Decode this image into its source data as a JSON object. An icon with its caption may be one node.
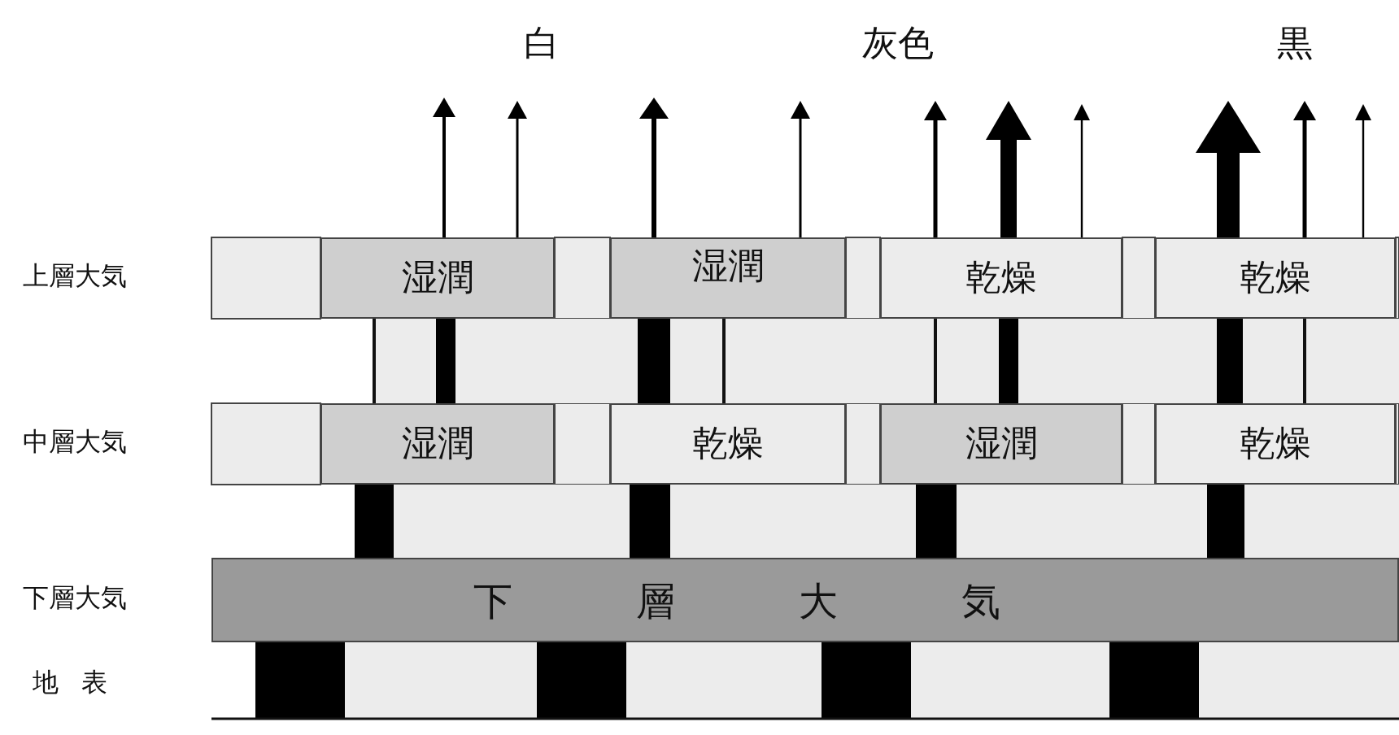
{
  "diagram": {
    "nodes": [
      {
        "text": [
          "湿潤"
        ]
      },
      {
        "text": [
          "湿潤"
        ]
      },
      {
        "text": [
          "乾燥"
        ]
      },
      {
        "text": [
          "乾燥"
        ]
      },
      {
        "text": [
          "湿潤"
        ]
      },
      {
        "text": [
          "乾燥"
        ]
      },
      {
        "text": [
          "湿潤"
        ]
      },
      {
        "text": [
          "乾燥"
        ]
      },
      {
        "text": [
          "下層大気"
        ]
      }
    ],
    "labels": [
      "白",
      "灰色",
      "黒",
      "上層大気",
      "中層大気",
      "下層大気",
      "地表"
    ]
  }
}
